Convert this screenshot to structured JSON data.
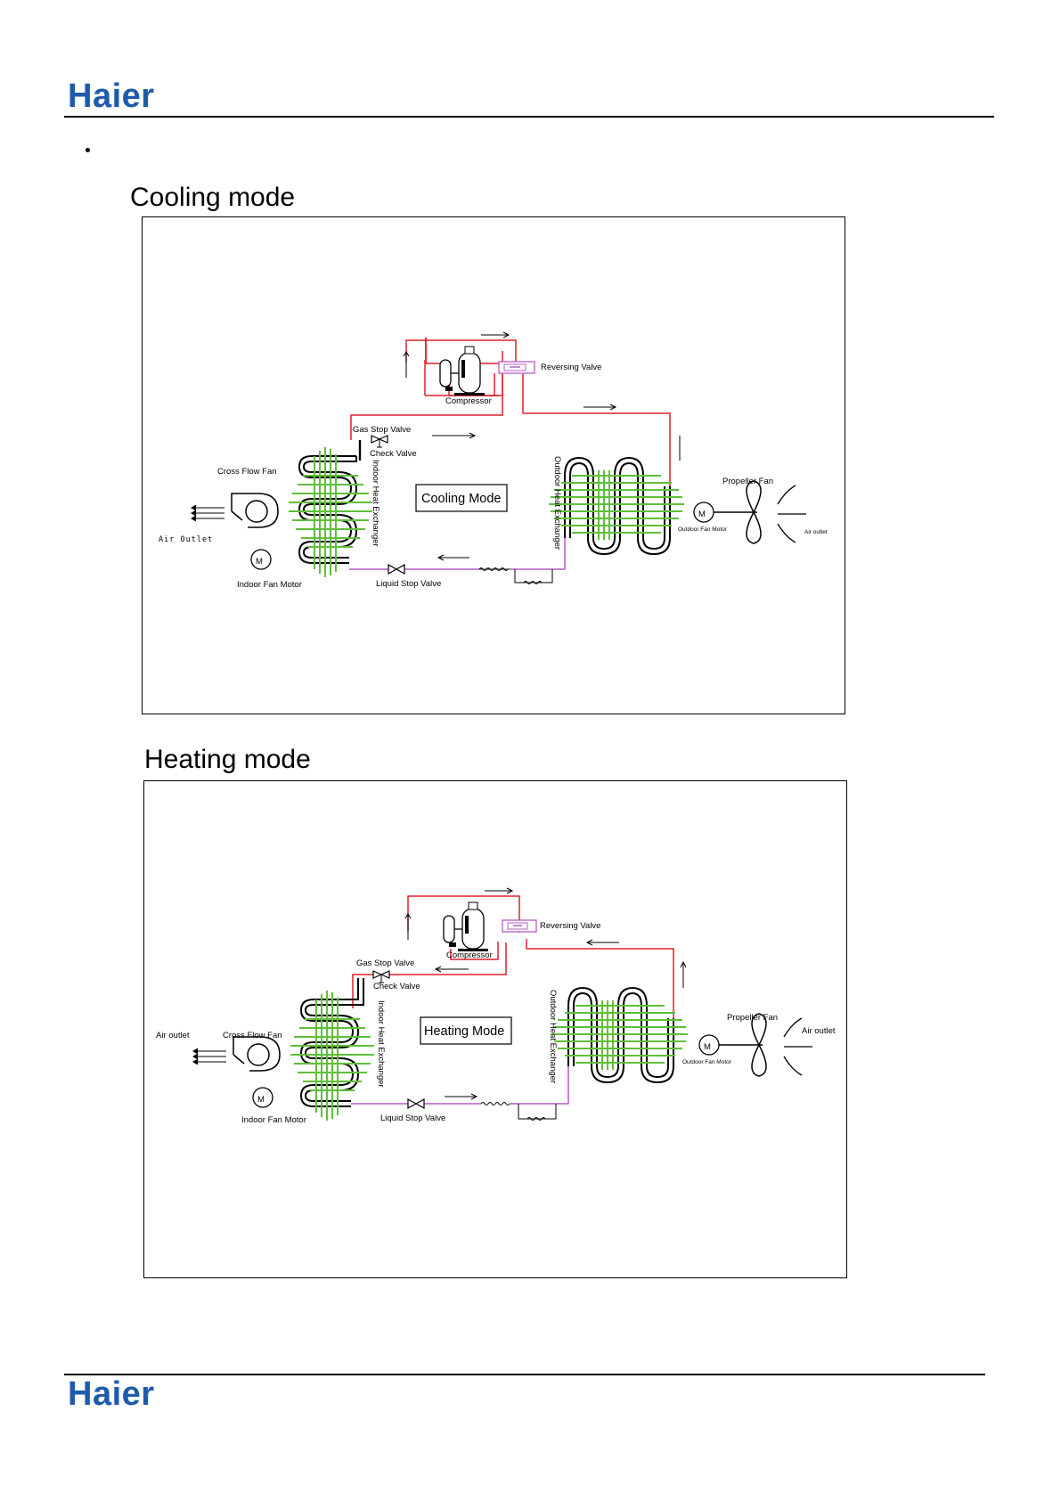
{
  "brand": {
    "name": "Haier",
    "color": "#1e5bab"
  },
  "colors": {
    "hot_pipe": "#e0202a",
    "liquid_pipe": "#b45cc4",
    "fins": "#5fbf3a"
  },
  "sections": [
    {
      "title": "Cooling mode",
      "mode_label": "Cooling Mode",
      "labels": {
        "compressor": "Compressor",
        "reversing_valve": "Reversing Valve",
        "gas_stop_valve": "Gas Stop Valve",
        "check_valve": "Check Valve",
        "indoor_hx": "Indoor Heat Exchanger",
        "outdoor_hx": "Outdoor Heat Exchanger",
        "cross_flow_fan": "Cross Flow Fan",
        "air_outlet_left": "Air Outlet",
        "indoor_fan_motor": "Indoor Fan Motor",
        "liquid_stop_valve": "Liquid Stop Valve",
        "propeller_fan": "Propeller Fan",
        "outdoor_fan_motor": "Outdoor Fan Motor",
        "air_outlet_right": "Air outlet",
        "motor_symbol": "M"
      }
    },
    {
      "title": "Heating mode",
      "mode_label": "Heating Mode",
      "labels": {
        "compressor": "Compressor",
        "reversing_valve": "Reversing Valve",
        "gas_stop_valve": "Gas Stop Valve",
        "check_valve": "Check Valve",
        "indoor_hx": "Indoor Heat Exchanger",
        "outdoor_hx": "Outdoor Heat Exchanger",
        "cross_flow_fan": "Cross Flow Fan",
        "air_outlet_left": "Air outlet",
        "indoor_fan_motor": "Indoor Fan Motor",
        "liquid_stop_valve": "Liquid Stop Valve",
        "propeller_fan": "Propeller Fan",
        "outdoor_fan_motor": "Outdoor Fan Motor",
        "air_outlet_right": "Air outlet",
        "motor_symbol": "M"
      }
    }
  ]
}
